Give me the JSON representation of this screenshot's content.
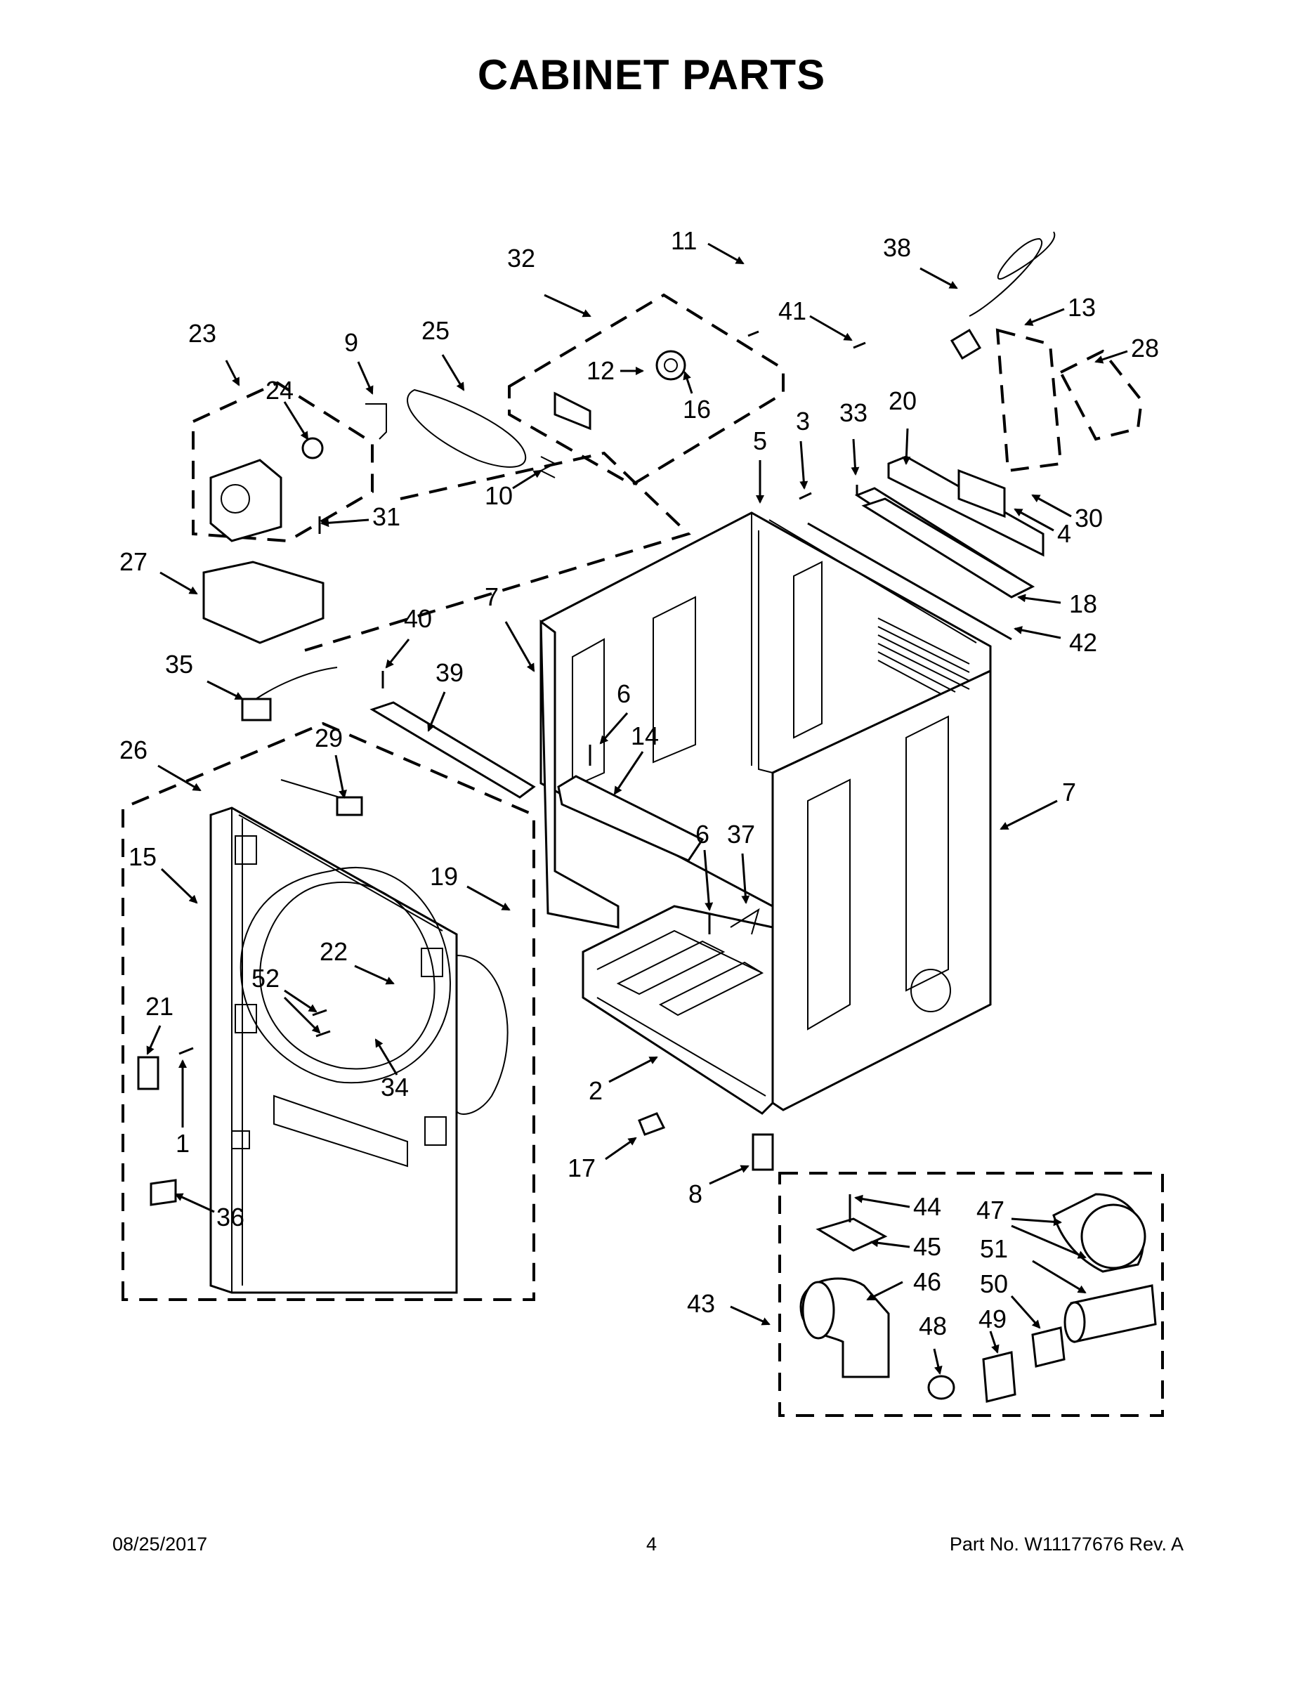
{
  "title": "CABINET PARTS",
  "footer": {
    "date": "08/25/2017",
    "page": "4",
    "part_number": "Part No.  W11177676  Rev.  A"
  },
  "callouts": {
    "c1": "1",
    "c2": "2",
    "c3": "3",
    "c4": "4",
    "c5": "5",
    "c6a": "6",
    "c6b": "6",
    "c7a": "7",
    "c7b": "7",
    "c8": "8",
    "c9": "9",
    "c10": "10",
    "c11": "11",
    "c12": "12",
    "c13": "13",
    "c14": "14",
    "c15": "15",
    "c16": "16",
    "c17": "17",
    "c18": "18",
    "c19": "19",
    "c20": "20",
    "c21": "21",
    "c22": "22",
    "c23": "23",
    "c24": "24",
    "c25": "25",
    "c26": "26",
    "c27": "27",
    "c28": "28",
    "c29": "29",
    "c30": "30",
    "c31": "31",
    "c32": "32",
    "c33": "33",
    "c34": "34",
    "c35": "35",
    "c36": "36",
    "c37": "37",
    "c38": "38",
    "c39": "39",
    "c40": "40",
    "c41": "41",
    "c42": "42",
    "c43": "43",
    "c44": "44",
    "c45": "45",
    "c46": "46",
    "c47": "47",
    "c48": "48",
    "c49": "49",
    "c50": "50",
    "c51": "51",
    "c52": "52"
  }
}
